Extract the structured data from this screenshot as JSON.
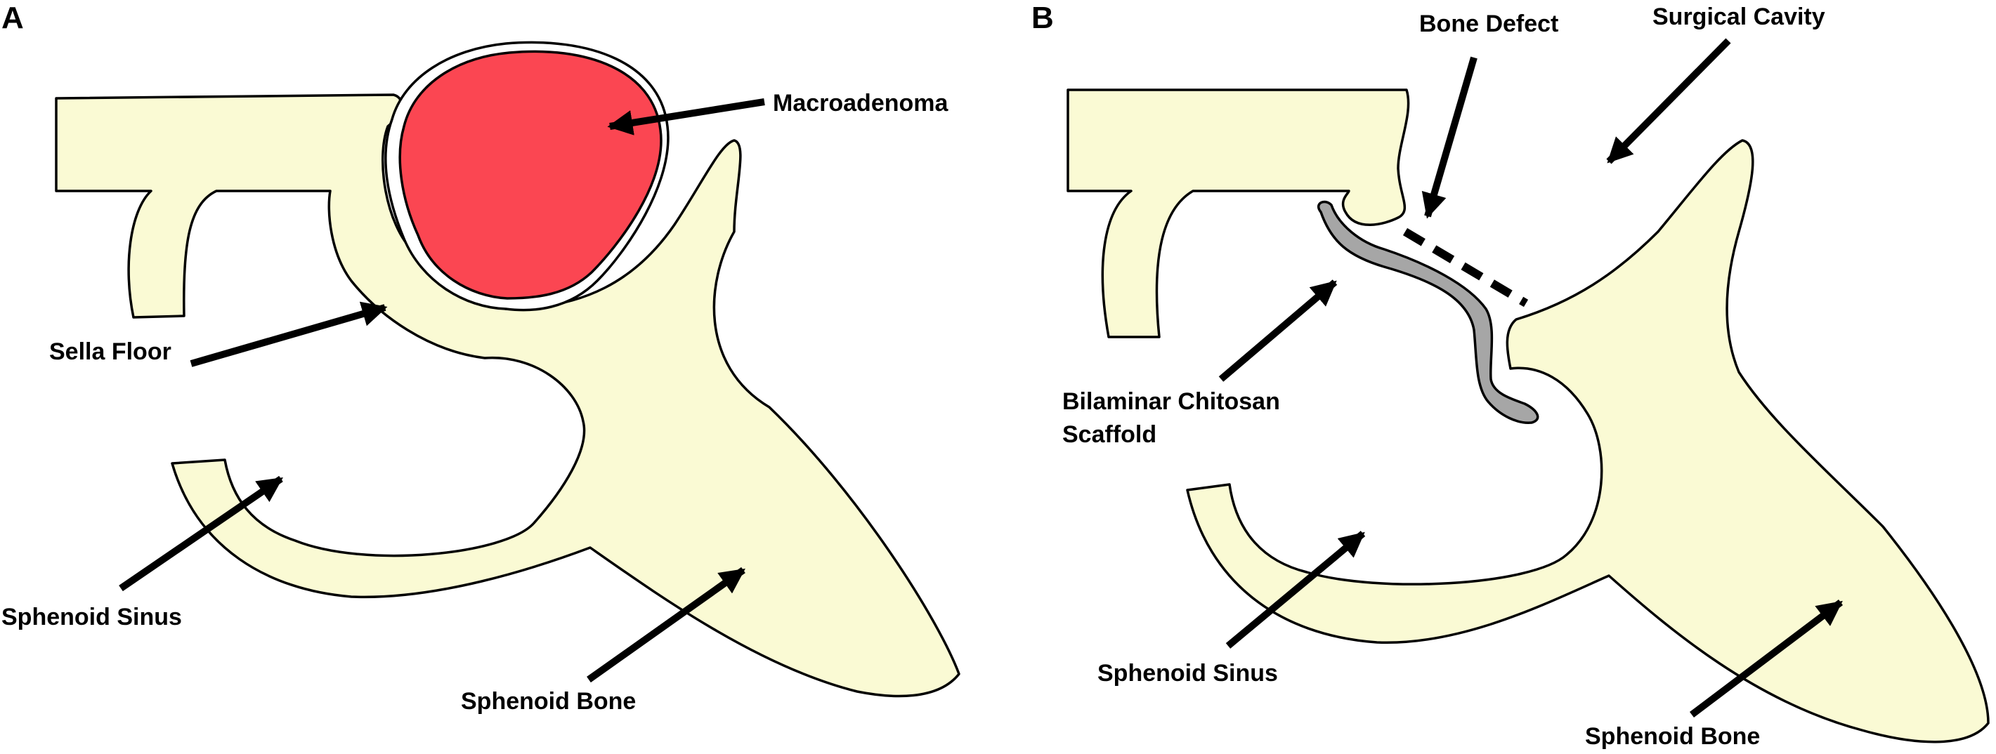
{
  "colors": {
    "bone_fill": "#fafad4",
    "tumor_fill": "#fb4652",
    "scaffold_fill": "#a6a6a6",
    "outline": "#000000",
    "background": "#ffffff"
  },
  "panel_a": {
    "letter": "A",
    "labels": {
      "macroadenoma": "Macroadenoma",
      "sella_floor": "Sella Floor",
      "sphenoid_sinus": "Sphenoid Sinus",
      "sphenoid_bone": "Sphenoid Bone"
    }
  },
  "panel_b": {
    "letter": "B",
    "labels": {
      "bone_defect": "Bone Defect",
      "surgical_cavity": "Surgical Cavity",
      "scaffold_line1": "Bilaminar Chitosan",
      "scaffold_line2": "Scaffold",
      "sphenoid_sinus": "Sphenoid Sinus",
      "sphenoid_bone": "Sphenoid Bone"
    }
  }
}
